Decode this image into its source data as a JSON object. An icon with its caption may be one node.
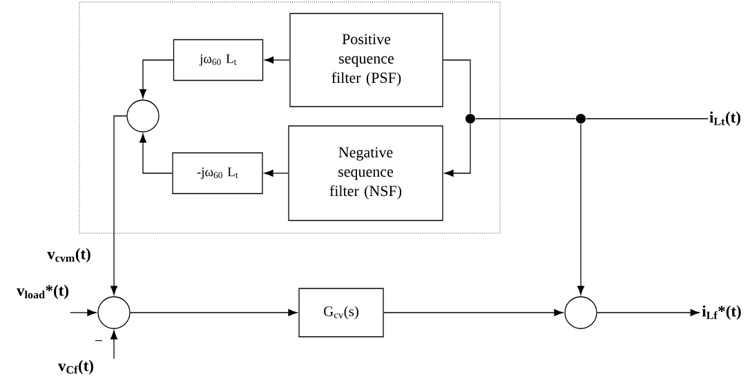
{
  "diagram": {
    "nodes": [
      {
        "text": [],
        "shape": "box"
      },
      {
        "text": [
          "Positive sequence filter (PSF)"
        ],
        "in": 0
      },
      {
        "text": [
          "Negative sequence filter (NSF)"
        ],
        "in": 0
      },
      {
        "text": [
          "jω$_{60}$ L$_{t}$"
        ],
        "in": 0
      },
      {
        "text": [
          "-jω$_{60}$ L$_{t}$"
        ],
        "in": 0
      },
      {
        "text": [],
        "shape": "circle",
        "in": 0
      },
      {
        "text": [],
        "shape": "dot",
        "in": 0
      },
      {
        "text": [],
        "shape": "dot"
      },
      {
        "text": [
          "i$_{Lt}$(t)"
        ]
      },
      {
        "text": [],
        "shape": "circle"
      },
      {
        "text": [
          "v$_{load}$*(t)"
        ]
      },
      {
        "text": [
          "v$_{Cf}$(t)"
        ]
      },
      {
        "text": [
          "G$_{cv}$(s)"
        ]
      },
      {
        "text": [],
        "shape": "circle"
      },
      {
        "text": [
          "i$_{Lf}$*(t)"
        ]
      }
    ],
    "edges": [
      {
        "from": 1,
        "to": 3,
        "arrow": "to"
      },
      {
        "from": 2,
        "to": 4,
        "arrow": "to"
      },
      {
        "from": 3,
        "to": 5,
        "arrow": "to"
      },
      {
        "from": 4,
        "to": 5,
        "arrow": "to"
      },
      {
        "from": 1,
        "to": 6,
        "arrow": "none"
      },
      {
        "from": 6,
        "to": 2,
        "arrow": "to"
      },
      {
        "from": 7,
        "to": 6,
        "arrow": "none"
      },
      {
        "from": 8,
        "to": 7,
        "arrow": "none"
      },
      {
        "from": 7,
        "to": 13,
        "arrow": "to"
      },
      {
        "from": 5,
        "to": 9,
        "arrow": "to",
        "label": "v$_{cvm}$(t)"
      },
      {
        "from": 10,
        "to": 9,
        "arrow": "to"
      },
      {
        "from": 11,
        "to": 9,
        "arrow": "to"
      },
      {
        "from": 9,
        "to": 12,
        "arrow": "to"
      },
      {
        "from": 12,
        "to": 13,
        "arrow": "to"
      },
      {
        "from": 13,
        "to": 14,
        "arrow": "to"
      }
    ],
    "labels": [
      "−"
    ]
  }
}
